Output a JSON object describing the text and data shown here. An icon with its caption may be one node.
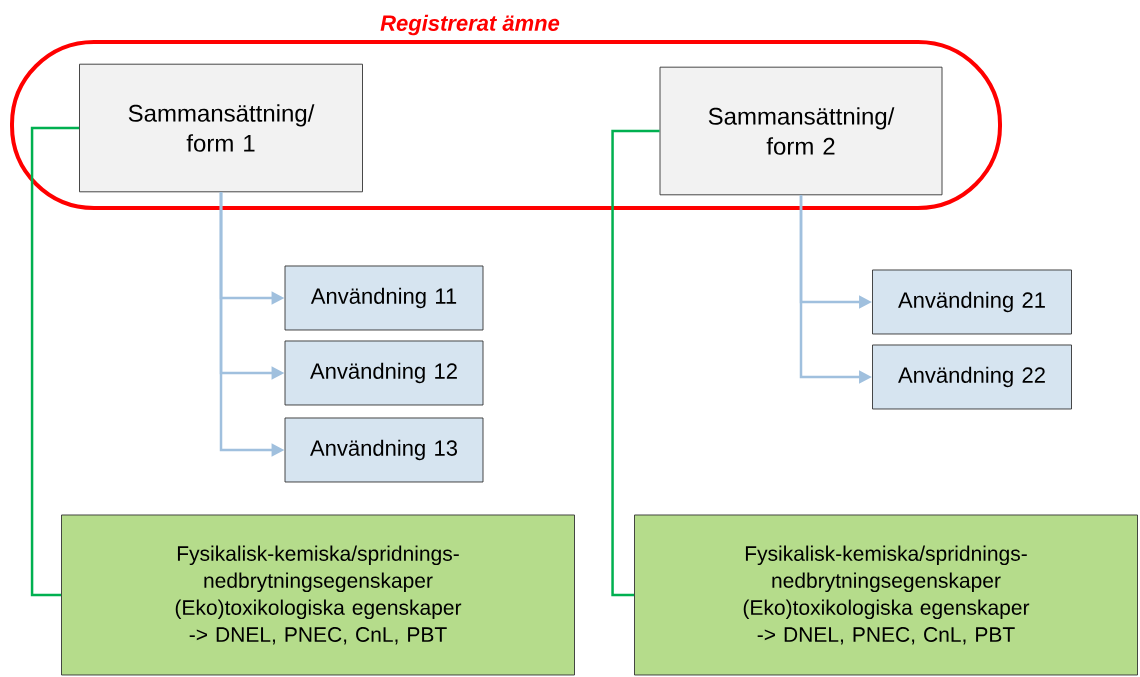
{
  "diagram": {
    "nodes": [
      {
        "text": [
          "Registrerat ämne"
        ]
      },
      {
        "text": [
          "Sammansättning/ form 1"
        ],
        "in": 0
      },
      {
        "text": [
          "Sammansättning/ form 2"
        ],
        "in": 0
      },
      {
        "text": [
          "Användning 11"
        ]
      },
      {
        "text": [
          "Användning 12"
        ]
      },
      {
        "text": [
          "Användning 13"
        ]
      },
      {
        "text": [
          "Användning 21"
        ]
      },
      {
        "text": [
          "Användning 22"
        ]
      },
      {
        "text": [
          "Fysikalisk-kemiska/spridnings- nedbrytningsegenskaper",
          "(Eko)toxikologiska egenskaper -> DNEL, PNEC, CnL, PBT"
        ]
      },
      {
        "text": [
          "Fysikalisk-kemiska/spridnings- nedbrytningsegenskaper",
          "(Eko)toxikologiska egenskaper -> DNEL, PNEC, CnL, PBT"
        ]
      }
    ],
    "edges": [
      {
        "from": 1,
        "to": 3,
        "arrow": "to"
      },
      {
        "from": 1,
        "to": 4,
        "arrow": "to"
      },
      {
        "from": 1,
        "to": 5,
        "arrow": "to"
      },
      {
        "from": 2,
        "to": 6,
        "arrow": "to"
      },
      {
        "from": 2,
        "to": 7,
        "arrow": "to"
      },
      {
        "from": 1,
        "to": 8,
        "arrow": "none",
        "color": "#00b050"
      },
      {
        "from": 2,
        "to": 9,
        "arrow": "none",
        "color": "#00b050"
      }
    ]
  }
}
